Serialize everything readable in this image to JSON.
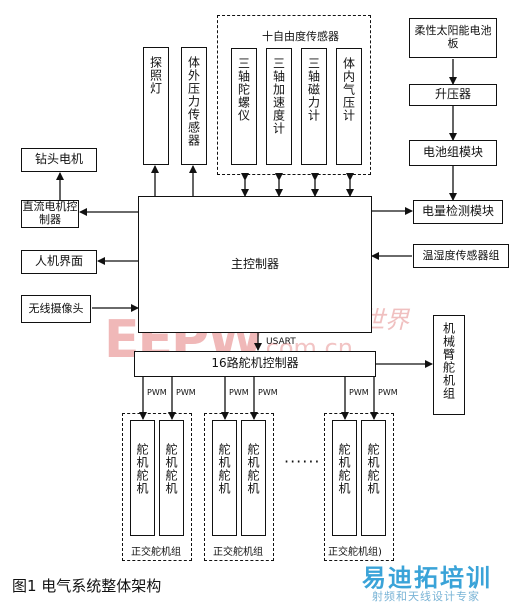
{
  "sensor_group": {
    "title": "十自由度传感器",
    "items": [
      "三轴陀螺仪",
      "三轴加速度计",
      "三轴磁力计",
      "体内气压计"
    ]
  },
  "left_vertical": {
    "lamp": "探照灯",
    "pressure": "体外压力传感器"
  },
  "left_column": {
    "drill_motor": "钻头电机",
    "dc_controller": "直流电机控制器",
    "hmi": "人机界面",
    "camera": "无线摄像头"
  },
  "right_column": {
    "solar": "柔性太阳能电池板",
    "boost": "升压器",
    "battery": "电池组模块",
    "power_detect": "电量检测模块",
    "temp_humidity": "温湿度传感器组"
  },
  "main_controller": "主控制器",
  "usart_label": "USART",
  "servo_controller": "16路舵机控制器",
  "arm_servo": "机械臂舵机组",
  "pwm_label": "PWM",
  "servo_unit": "舵机舵机",
  "servo_group_label": "正交舵机组",
  "servo_group_label_last": "正交舵机组)",
  "ellipsis": "······",
  "caption": "图1   电气系统整体架构",
  "watermarks": {
    "eepw": "EEPW",
    "cn_top": "電子產品世界",
    "dotcom": ".com.cn",
    "bottom_right": "易迪拓培训",
    "bottom_right_sub": "射频和天线设计专家"
  }
}
